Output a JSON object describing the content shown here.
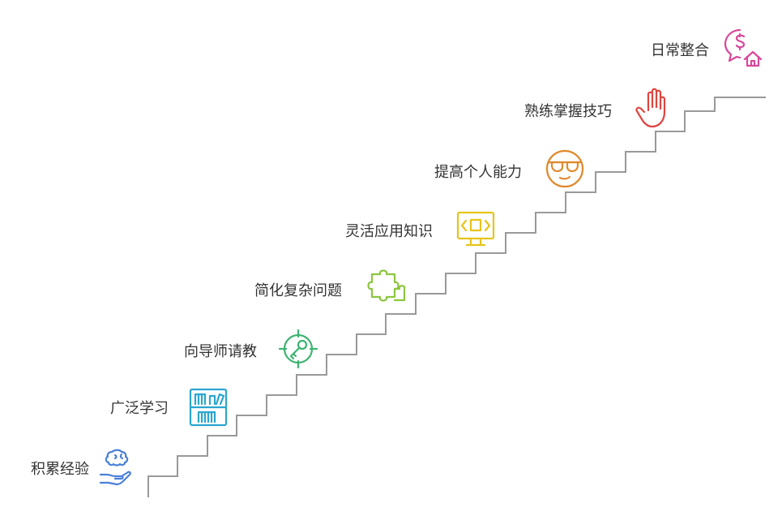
{
  "steps": [
    {
      "label": "积累经验",
      "icon": "brain-in-hand-icon",
      "color": "#4a80d8"
    },
    {
      "label": "广泛学习",
      "icon": "bookshelf-icon",
      "color": "#2aa6cf"
    },
    {
      "label": "向导师请教",
      "icon": "target-key-icon",
      "color": "#3cb371"
    },
    {
      "label": "简化复杂问题",
      "icon": "puzzle-piece-icon",
      "color": "#8cc63f"
    },
    {
      "label": "灵活应用知识",
      "icon": "monitor-code-icon",
      "color": "#e6c419"
    },
    {
      "label": "提高个人能力",
      "icon": "sunglasses-face-icon",
      "color": "#e08a2e"
    },
    {
      "label": "熟练掌握技巧",
      "icon": "raised-hand-icon",
      "color": "#e0443e"
    },
    {
      "label": "日常整合",
      "icon": "money-house-icon",
      "color": "#d9479b"
    }
  ],
  "stair_color": "#999999"
}
